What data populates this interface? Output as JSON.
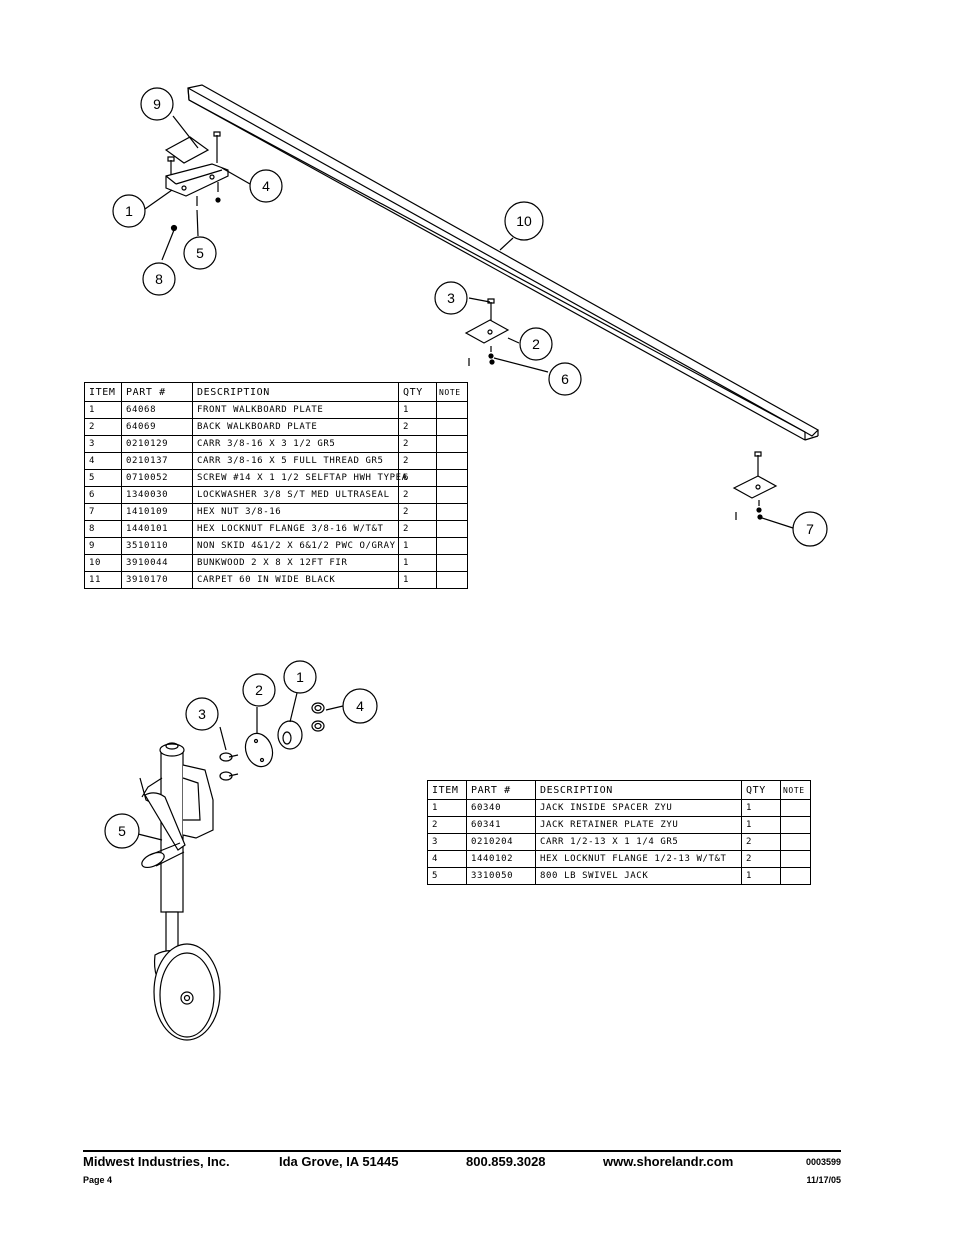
{
  "table1": {
    "headers": [
      "ITEM",
      "PART #",
      "DESCRIPTION",
      "QTY",
      "NOTE"
    ],
    "rows": [
      [
        "1",
        "64068",
        "FRONT WALKBOARD PLATE",
        "1",
        ""
      ],
      [
        "2",
        "64069",
        "BACK WALKBOARD PLATE",
        "2",
        ""
      ],
      [
        "3",
        "0210129",
        "CARR 3/8-16 X 3 1/2 GR5",
        "2",
        ""
      ],
      [
        "4",
        "0210137",
        "CARR 3/8-16 X 5 FULL THREAD GR5",
        "2",
        ""
      ],
      [
        "5",
        "0710052",
        "SCREW #14 X 1 1/2 SELFTAP HWH TYPEA",
        "6",
        ""
      ],
      [
        "6",
        "1340030",
        "LOCKWASHER 3/8 S/T MED ULTRASEAL",
        "2",
        ""
      ],
      [
        "7",
        "1410109",
        "HEX NUT 3/8-16",
        "2",
        ""
      ],
      [
        "8",
        "1440101",
        "HEX LOCKNUT FLANGE 3/8-16 W/T&T",
        "2",
        ""
      ],
      [
        "9",
        "3510110",
        "NON SKID 4&1/2 X 6&1/2 PWC O/GRAY",
        "1",
        ""
      ],
      [
        "10",
        "3910044",
        "BUNKWOOD   2 X 8 X 12FT FIR",
        "1",
        ""
      ],
      [
        "11",
        "3910170",
        "CARPET 60 IN WIDE BLACK",
        "1",
        ""
      ]
    ]
  },
  "table2": {
    "headers": [
      "ITEM",
      "PART #",
      "DESCRIPTION",
      "QTY",
      "NOTE"
    ],
    "rows": [
      [
        "1",
        "60340",
        "JACK INSIDE SPACER ZYU",
        "1",
        ""
      ],
      [
        "2",
        "60341",
        "JACK RETAINER PLATE ZYU",
        "1",
        ""
      ],
      [
        "3",
        "0210204",
        "CARR 1/2-13 X 1 1/4 GR5",
        "2",
        ""
      ],
      [
        "4",
        "1440102",
        "HEX LOCKNUT FLANGE 1/2-13 W/T&T",
        "2",
        ""
      ],
      [
        "5",
        "3310050",
        "800 LB SWIVEL JACK",
        "1",
        ""
      ]
    ]
  },
  "callouts_top": [
    "9",
    "4",
    "1",
    "5",
    "8",
    "10",
    "3",
    "2",
    "6",
    "7"
  ],
  "callouts_bottom": [
    "1",
    "2",
    "3",
    "4",
    "5"
  ],
  "footer": {
    "company": "Midwest Industries, Inc.",
    "city": "Ida Grove, IA  51445",
    "phone": "800.859.3028",
    "website": "www.shorelandr.com",
    "doc_number": "0003599",
    "page": "Page 4",
    "date": "11/17/05"
  }
}
